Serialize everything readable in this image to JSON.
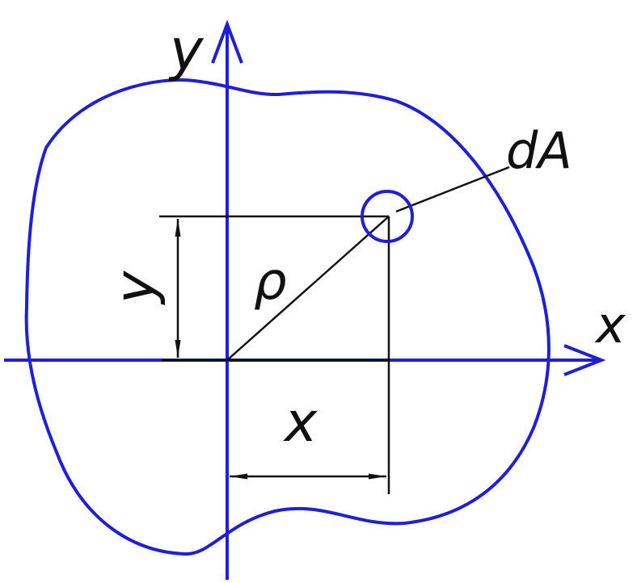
{
  "labels": {
    "axis_y": "y",
    "axis_x": "x",
    "dim_y": "y",
    "dim_x": "x",
    "radius": "ρ",
    "element": "dA"
  },
  "colors": {
    "axis": "#1f1fd6",
    "outline": "#1f1fd6",
    "element": "#1f1fd6",
    "construction": "#111111",
    "background": "#ffffff"
  },
  "icons": {
    "axis_arrow": "open-chevron-arrow",
    "dimension_arrow": "filled-arrowhead"
  }
}
